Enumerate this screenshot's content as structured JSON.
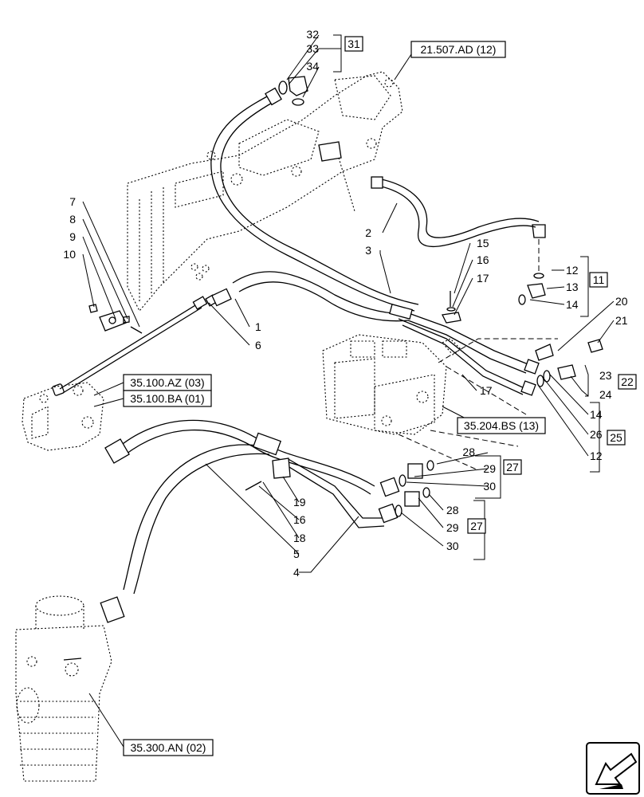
{
  "callouts": {
    "c1": "1",
    "c2": "2",
    "c3": "3",
    "c4": "4",
    "c5": "5",
    "c6": "6",
    "c7": "7",
    "c8": "8",
    "c9": "9",
    "c10": "10",
    "c12a": "12",
    "c12b": "12",
    "c13": "13",
    "c14a": "14",
    "c14b": "14",
    "c15": "15",
    "c16a": "16",
    "c16b": "16",
    "c17a": "17",
    "c17b": "17",
    "c18": "18",
    "c19": "19",
    "c20": "20",
    "c21": "21",
    "c23": "23",
    "c24": "24",
    "c26": "26",
    "c28a": "28",
    "c28b": "28",
    "c29a": "29",
    "c29b": "29",
    "c30a": "30",
    "c30b": "30",
    "c32": "32",
    "c33": "33",
    "c34": "34"
  },
  "kits": {
    "k11": "11",
    "k22": "22",
    "k25": "25",
    "k27a": "27",
    "k27b": "27",
    "k31": "31"
  },
  "references": {
    "r_21507": "21.507.AD (12)",
    "r_35100az": "35.100.AZ (03)",
    "r_35100ba": "35.100.BA (01)",
    "r_35204": "35.204.BS (13)",
    "r_35300": "35.300.AN (02)"
  },
  "icons": {
    "nav": "arrow-navigation-icon"
  }
}
